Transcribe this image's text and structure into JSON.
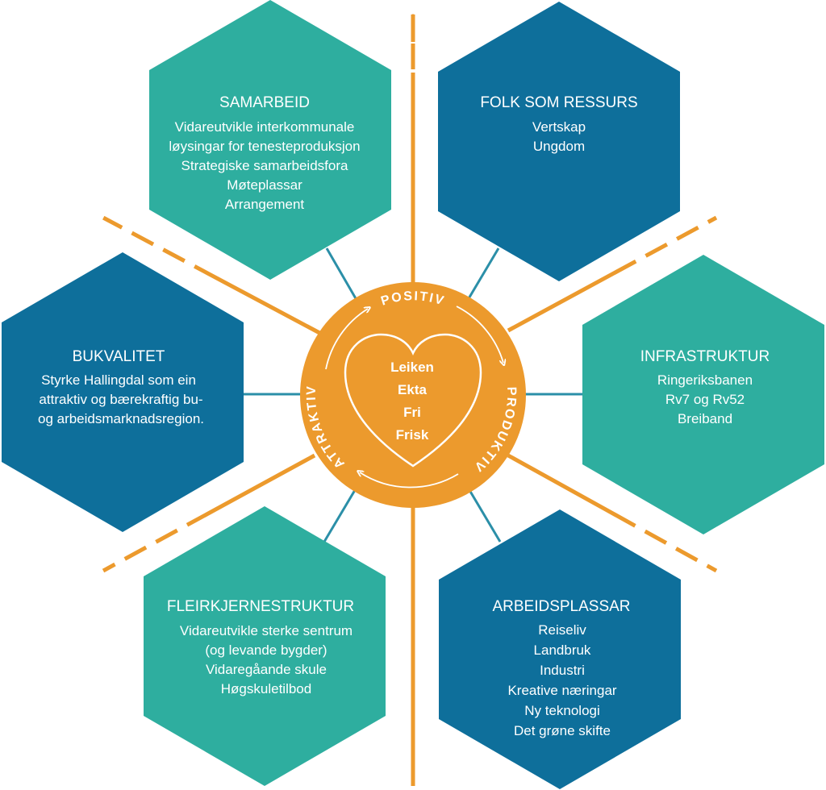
{
  "colors": {
    "teal": "#2eae9f",
    "blue": "#0e6f9b",
    "orange": "#ec9a2d",
    "white": "#ffffff"
  },
  "center": {
    "core_words": [
      "Leiken",
      "Ekta",
      "Fri",
      "Frisk"
    ],
    "ring_labels": {
      "top": "POSITIV",
      "right": "PRODUKTIV",
      "left": "ATTRAKTIV"
    }
  },
  "hexagons": [
    {
      "id": "samarbeid",
      "color": "teal",
      "title": "SAMARBEID",
      "lines": [
        "Vidareutvikle interkommunale",
        "løysingar for tenesteproduksjon",
        "Strategiske samarbeidsfora",
        "Møteplassar",
        "Arrangement"
      ]
    },
    {
      "id": "folk-som-ressurs",
      "color": "blue",
      "title": "FOLK SOM RESSURS",
      "lines": [
        "Vertskap",
        "Ungdom"
      ]
    },
    {
      "id": "bukvalitet",
      "color": "blue",
      "title": "BUKVALITET",
      "lines": [
        "Styrke Hallingdal som ein",
        "attraktiv og bærekraftig bu-",
        "og  arbeidsmarknadsregion."
      ]
    },
    {
      "id": "infrastruktur",
      "color": "teal",
      "title": "INFRASTRUKTUR",
      "lines": [
        "Ringeriksbanen",
        "Rv7 og Rv52",
        "Breiband"
      ]
    },
    {
      "id": "fleirkjernestruktur",
      "color": "teal",
      "title": "FLEIRKJERNESTRUKTUR",
      "lines": [
        "Vidareutvikle sterke sentrum",
        "(og levande bygder)",
        "Vidaregåande skule",
        "Høgskuletilbod"
      ]
    },
    {
      "id": "arbeidsplassar",
      "color": "blue",
      "title": "ARBEIDSPLASSAR",
      "lines": [
        "Reiseliv",
        "Landbruk",
        "Industri",
        "Kreative næringar",
        "Ny teknologi",
        "Det grøne skifte"
      ]
    }
  ]
}
